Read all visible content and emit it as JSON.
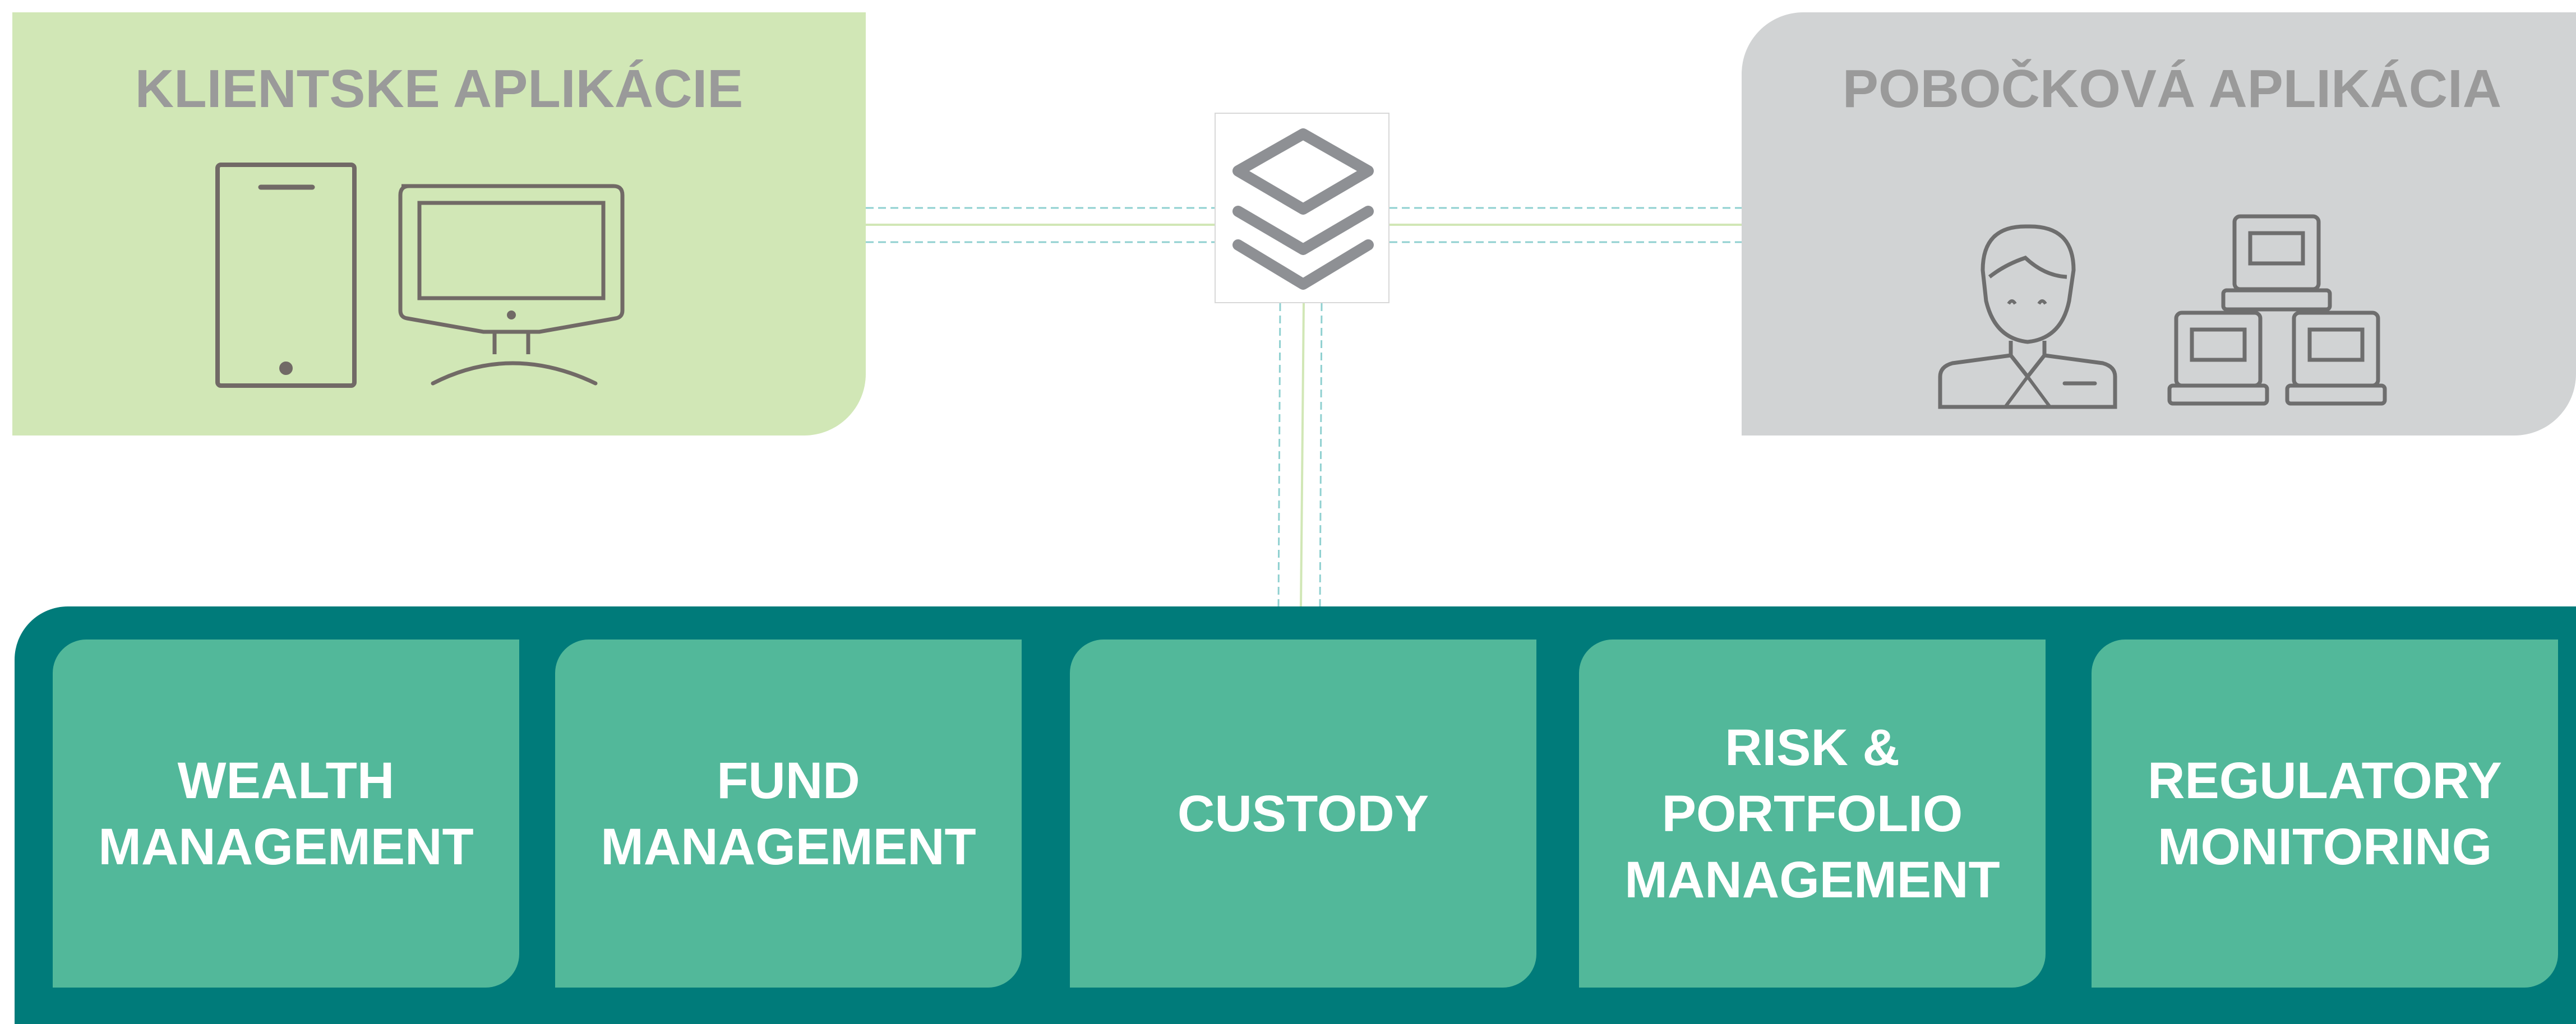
{
  "client_panel": {
    "title": "KLIENTSKE APLIKÁCIE",
    "icons": [
      "smartphone-icon",
      "desktop-monitor-icon"
    ],
    "color": "#d1e7b6"
  },
  "branch_panel": {
    "title": "POBOČKOVÁ APLIKÁCIA",
    "icons": [
      "clerk-person-icon",
      "computer-terminals-icon"
    ],
    "color": "#d1d3d4"
  },
  "hub": {
    "icon": "layers-stack-icon"
  },
  "platform": {
    "color": "#007b7a",
    "module_color": "#52b89a",
    "modules": [
      {
        "label": "WEALTH\nMANAGEMENT"
      },
      {
        "label": "FUND\nMANAGEMENT"
      },
      {
        "label": "CUSTODY"
      },
      {
        "label": "RISK &\nPORTFOLIO\nMANAGEMENT"
      },
      {
        "label": "REGULATORY\nMONITORING"
      }
    ]
  }
}
